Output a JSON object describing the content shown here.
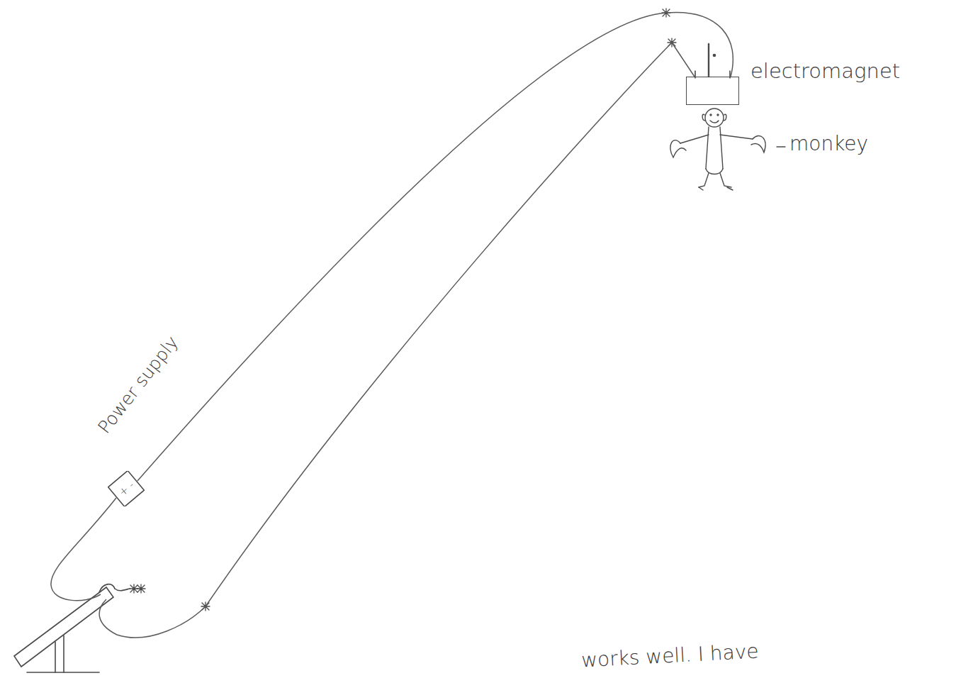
{
  "diagram": {
    "nodes": [
      {
        "text": [
          "electromagnet"
        ]
      },
      {
        "text": [
          "Power supply",
          "+ -"
        ]
      }
    ],
    "edges": [
      {
        "from": 1,
        "to": 0,
        "arrow": "none"
      },
      {
        "from": 1,
        "to": 0,
        "arrow": "none"
      }
    ],
    "labels": [
      "monkey",
      "works well. I have"
    ]
  }
}
